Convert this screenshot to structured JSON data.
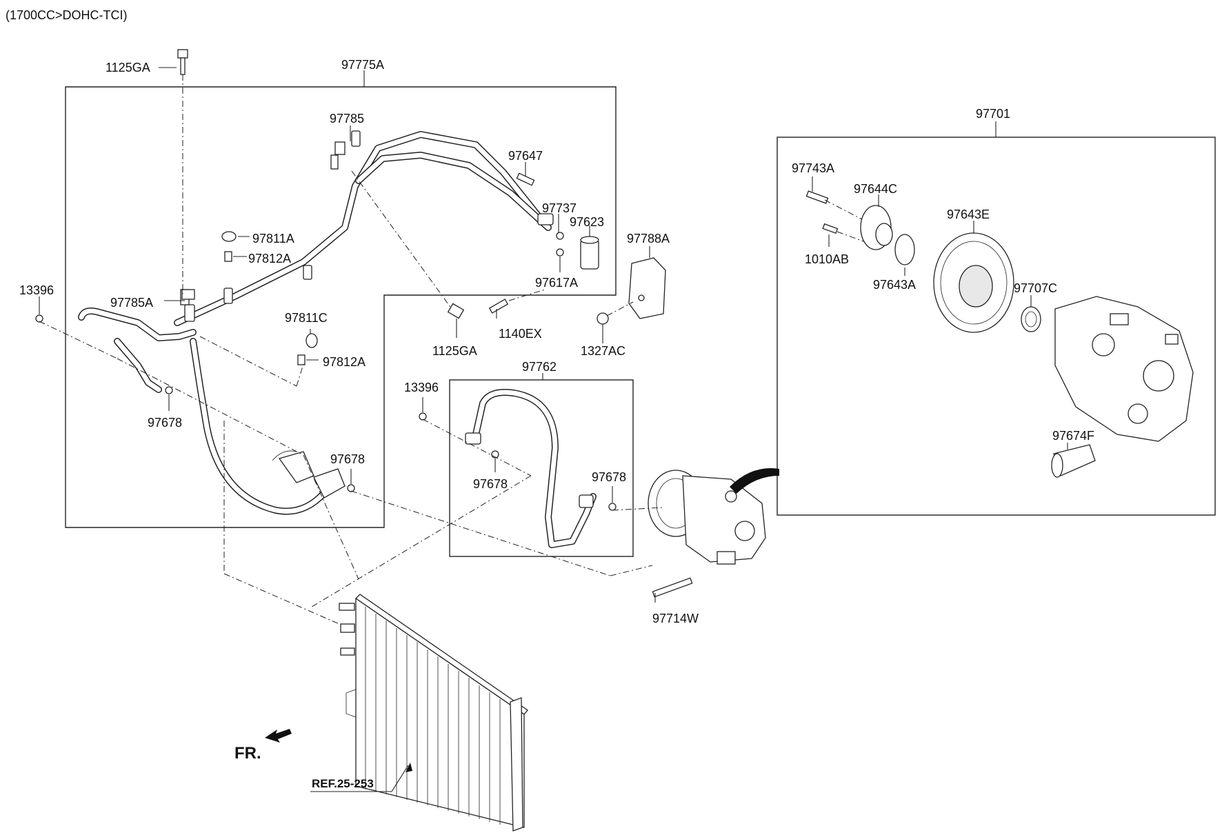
{
  "header": {
    "engine": "(1700CC>DOHC-TCI)"
  },
  "groups": {
    "g97775A": "97775A",
    "g97701": "97701",
    "g97762": "97762"
  },
  "labels": {
    "p1125GA_top": "1125GA",
    "p97785": "97785",
    "p97647": "97647",
    "p97737": "97737",
    "p97623": "97623",
    "p97811A": "97811A",
    "p97812A_1": "97812A",
    "p13396_left": "13396",
    "p97785A": "97785A",
    "p97811C": "97811C",
    "p97812A_2": "97812A",
    "p97617A": "97617A",
    "p97788A": "97788A",
    "p1140EX": "1140EX",
    "p1125GA_mid": "1125GA",
    "p1327AC": "1327AC",
    "p97678_a": "97678",
    "p97678_b": "97678",
    "p13396_mid": "13396",
    "p97678_c": "97678",
    "p97678_d": "97678",
    "p97714W": "97714W",
    "p97743A": "97743A",
    "p97644C": "97644C",
    "p97643E": "97643E",
    "p1010AB": "1010AB",
    "p97643A": "97643A",
    "p97707C": "97707C",
    "p97674F": "97674F"
  },
  "markers": {
    "front": "FR.",
    "reference": "REF.25-253"
  },
  "icons": {
    "front_arrow": "front-direction-arrow-icon",
    "ref_arrow": "reference-arrow-icon"
  }
}
